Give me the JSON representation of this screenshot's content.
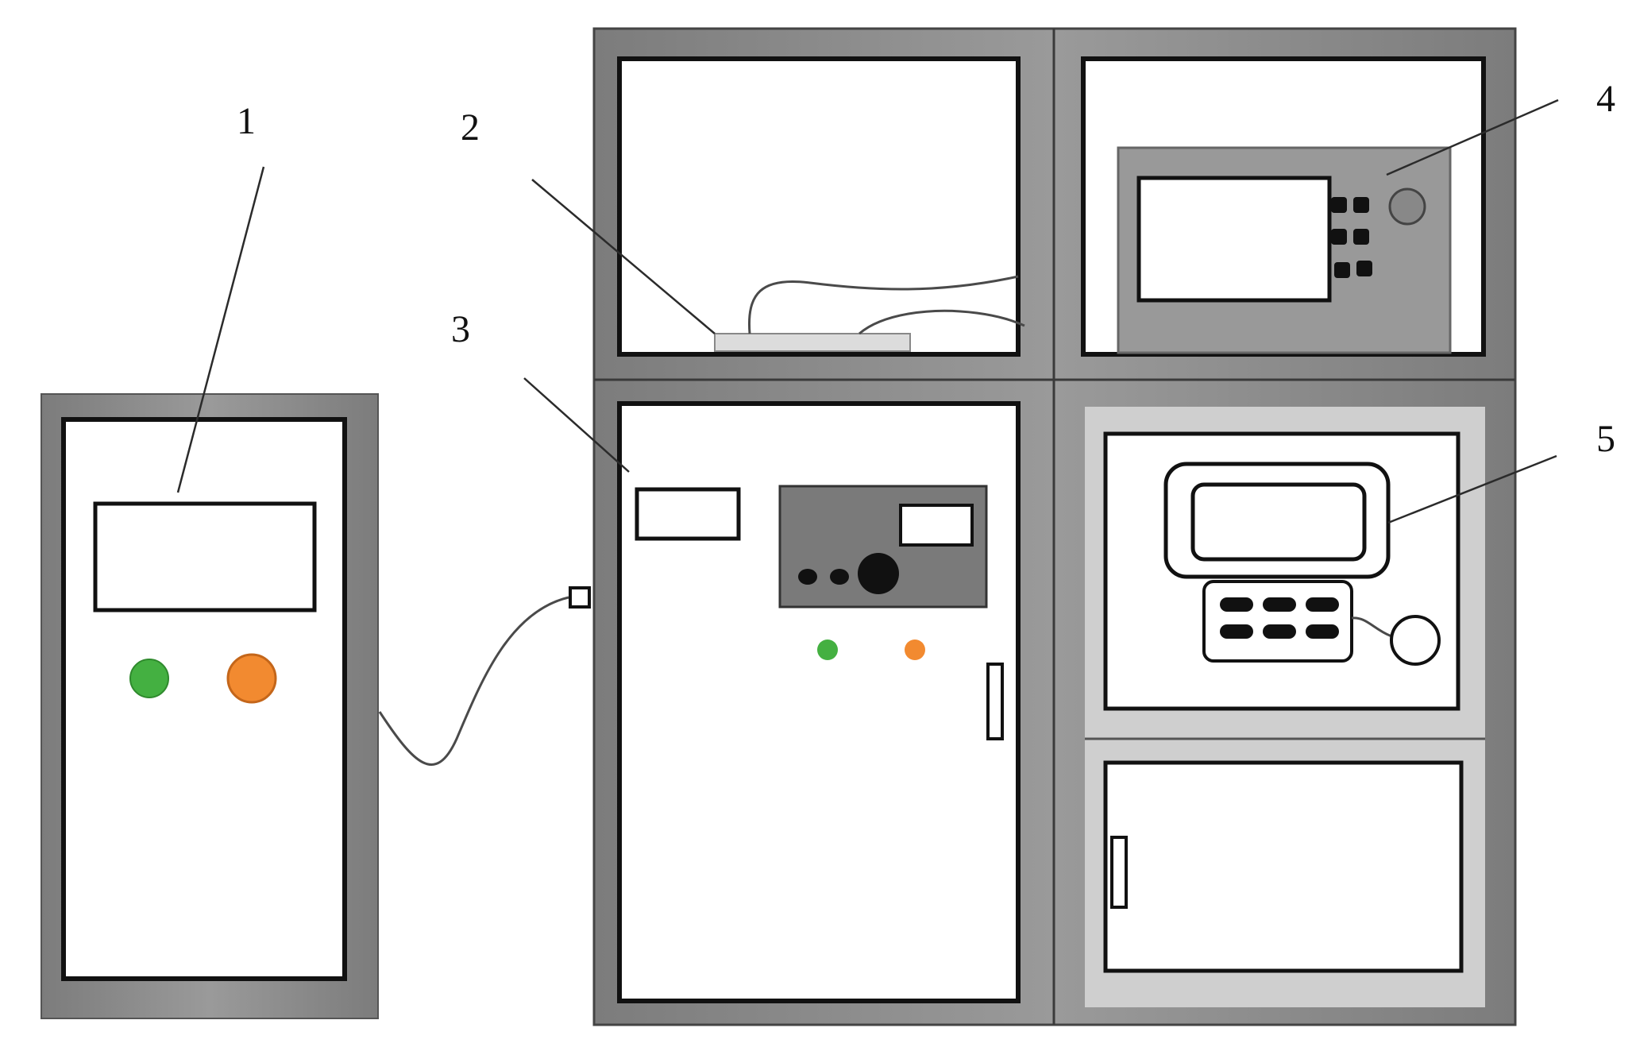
{
  "diagram": {
    "callouts": [
      {
        "id": "1",
        "label": "1",
        "refers_to": "control-cabinet"
      },
      {
        "id": "2",
        "label": "2",
        "refers_to": "sample-plate"
      },
      {
        "id": "3",
        "label": "3",
        "refers_to": "test-chamber-cabinet"
      },
      {
        "id": "4",
        "label": "4",
        "refers_to": "measuring-instrument"
      },
      {
        "id": "5",
        "label": "5",
        "refers_to": "data-terminal"
      }
    ],
    "colors": {
      "cabinet_frame": "#8c8c8c",
      "panel_white": "#ffffff",
      "outline": "#111111",
      "instrument_gray": "#999999",
      "indicator_green": "#44b041",
      "indicator_orange": "#f28a30",
      "sample_plate": "#dcdcdc",
      "inner_light_gray": "#cfcfcf"
    }
  }
}
